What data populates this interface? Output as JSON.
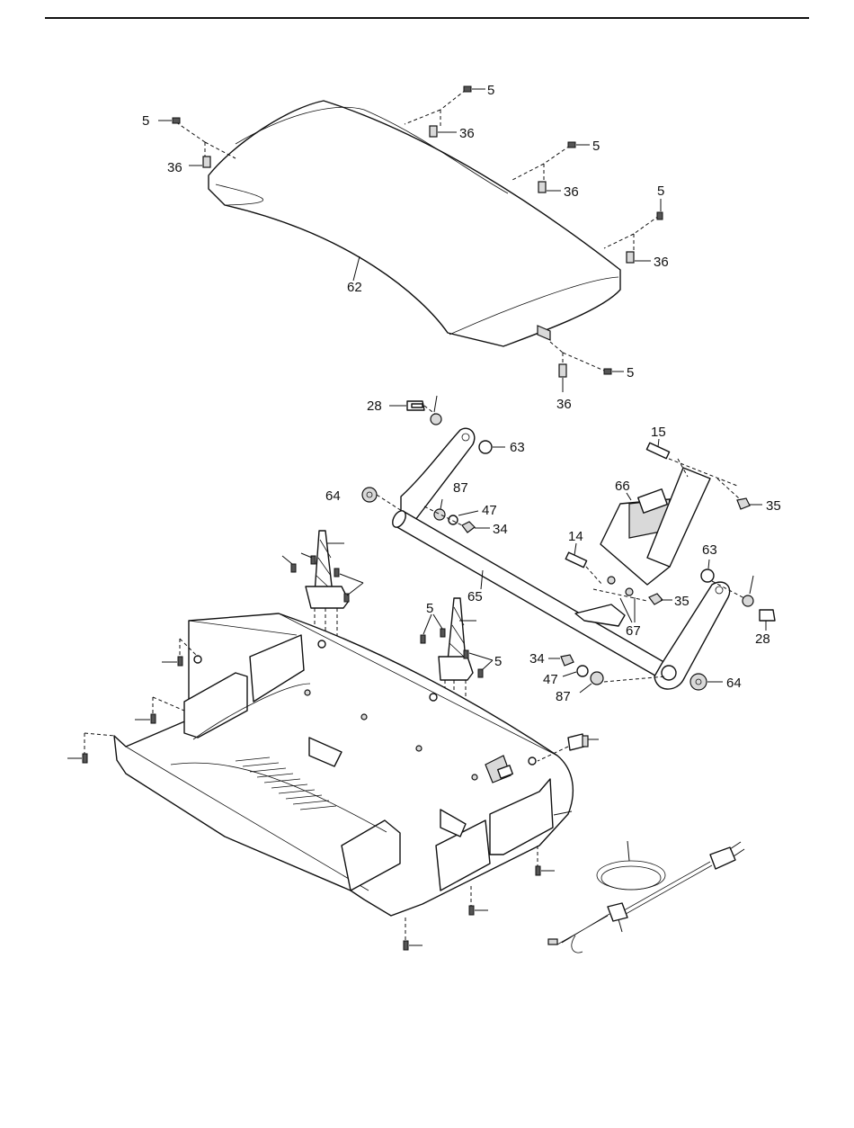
{
  "diagram": {
    "callouts": {
      "c5a": "5",
      "c5b": "5",
      "c5c": "5",
      "c5d": "5",
      "c5e": "5",
      "c5f": "5",
      "c5g": "5",
      "c36a": "36",
      "c36b": "36",
      "c36c": "36",
      "c36d": "36",
      "c36e": "36",
      "c62": "62",
      "c28a": "28",
      "c28b": "28",
      "c63a": "63",
      "c63b": "63",
      "c64a": "64",
      "c64b": "64",
      "c87a": "87",
      "c87b": "87",
      "c47a": "47",
      "c47b": "47",
      "c34a": "34",
      "c34b": "34",
      "c15": "15",
      "c35a": "35",
      "c35b": "35",
      "c66": "66",
      "c14": "14",
      "c65": "65",
      "c67": "67"
    }
  }
}
